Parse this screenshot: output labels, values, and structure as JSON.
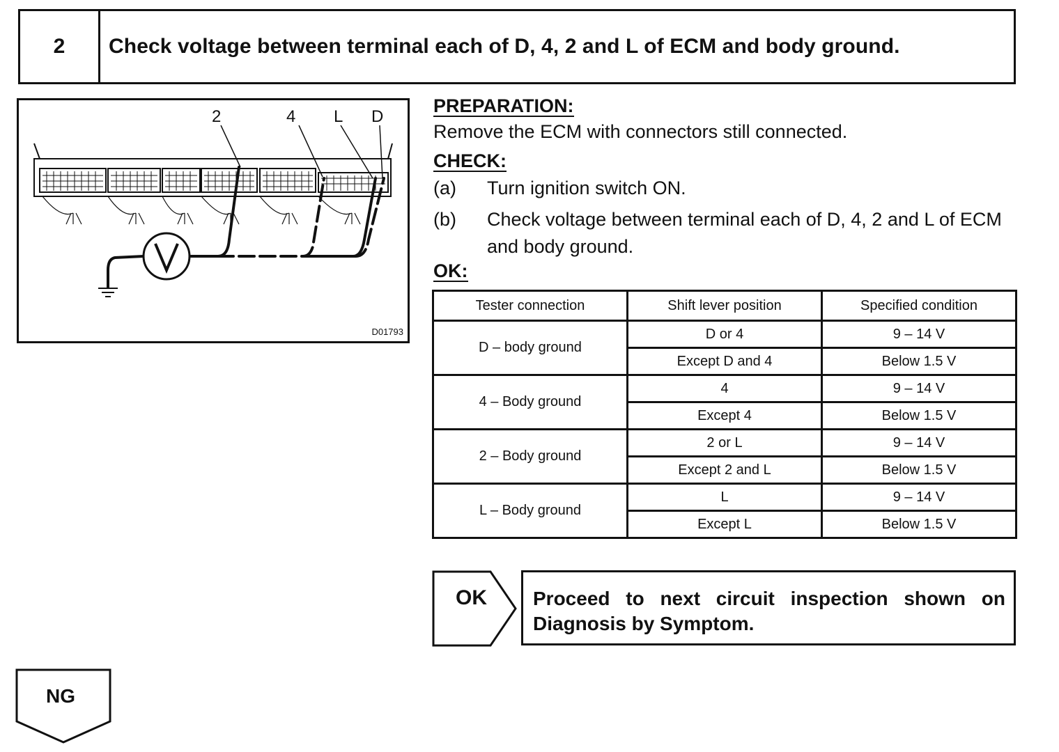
{
  "step": {
    "number": "2",
    "title": "Check voltage between terminal each of D, 4, 2 and L of ECM and body ground."
  },
  "diagram": {
    "id": "D01793",
    "terminals": [
      "2",
      "4",
      "L",
      "D"
    ]
  },
  "preparation": {
    "heading": "PREPARATION:",
    "text": "Remove the ECM with connectors still connected."
  },
  "check": {
    "heading": "CHECK:",
    "steps": [
      {
        "mark": "(a)",
        "text": "Turn ignition switch ON."
      },
      {
        "mark": "(b)",
        "text": "Check voltage between terminal each of D, 4, 2 and L of ECM and body ground."
      }
    ]
  },
  "ok": {
    "heading": "OK:",
    "table": {
      "headers": [
        "Tester connection",
        "Shift lever position",
        "Specified condition"
      ],
      "groups": [
        {
          "connection": "D – body ground",
          "rows": [
            {
              "position": "D or 4",
              "condition": "9 – 14 V"
            },
            {
              "position": "Except D and 4",
              "condition": "Below 1.5 V"
            }
          ]
        },
        {
          "connection": "4 – Body ground",
          "rows": [
            {
              "position": "4",
              "condition": "9 – 14 V"
            },
            {
              "position": "Except 4",
              "condition": "Below 1.5 V"
            }
          ]
        },
        {
          "connection": "2 – Body ground",
          "rows": [
            {
              "position": "2 or L",
              "condition": "9 – 14 V"
            },
            {
              "position": "Except 2 and L",
              "condition": "Below 1.5 V"
            }
          ]
        },
        {
          "connection": "L – Body ground",
          "rows": [
            {
              "position": "L",
              "condition": "9 – 14 V"
            },
            {
              "position": "Except L",
              "condition": "Below 1.5 V"
            }
          ]
        }
      ]
    }
  },
  "result_ok": {
    "label": "OK",
    "text": "Proceed to next circuit inspection shown on Diagnosis by Symptom."
  },
  "result_ng": {
    "label": "NG"
  }
}
